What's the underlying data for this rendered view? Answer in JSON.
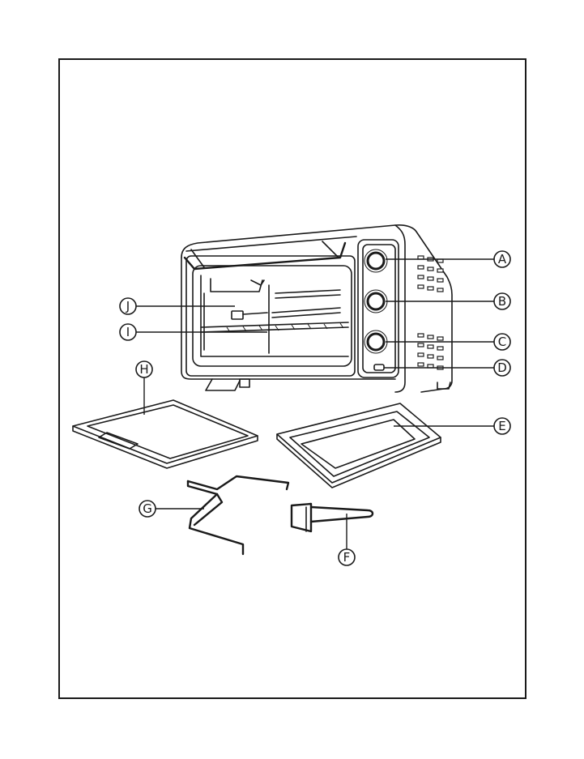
{
  "callouts": {
    "A": "A",
    "B": "B",
    "C": "C",
    "D": "D",
    "E": "E",
    "F": "F",
    "G": "G",
    "H": "H",
    "I": "I",
    "J": "J"
  }
}
